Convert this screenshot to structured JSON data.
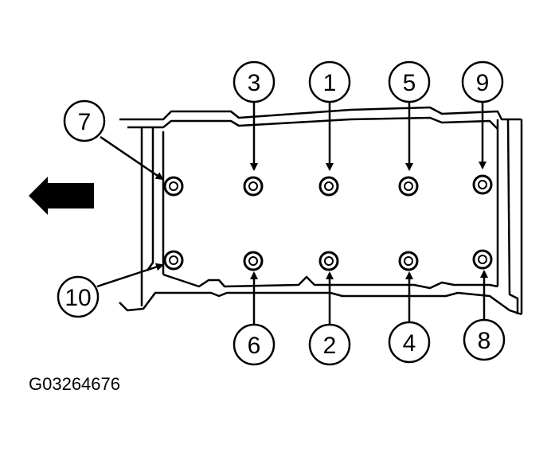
{
  "callouts": {
    "c1": "1",
    "c2": "2",
    "c3": "3",
    "c4": "4",
    "c5": "5",
    "c6": "6",
    "c7": "7",
    "c8": "8",
    "c9": "9",
    "c10": "10"
  },
  "figure_id": "G03264676",
  "colors": {
    "ink": "#000000",
    "background": "#ffffff"
  },
  "icons": {
    "direction": "left-arrow-icon"
  }
}
